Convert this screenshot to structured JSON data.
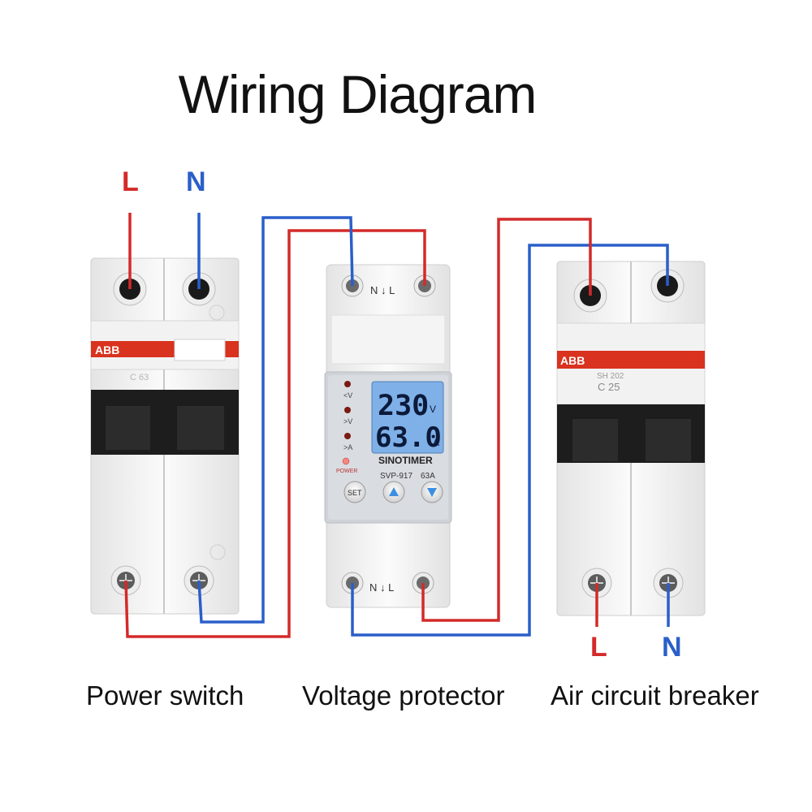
{
  "title": "Wiring Diagram",
  "top_labels": {
    "line": "L",
    "neutral": "N"
  },
  "bottom_labels": {
    "line": "L",
    "neutral": "N"
  },
  "captions": {
    "power_switch": "Power switch",
    "voltage_protector": "Voltage protector",
    "air_circuit_breaker": "Air circuit breaker"
  },
  "power_switch": {
    "brand": "ABB",
    "model": "C 63"
  },
  "air_breaker": {
    "brand": "ABB",
    "series": "SH 202",
    "rating": "C 25"
  },
  "voltage_protector": {
    "terminal_top": "N ↓ L",
    "terminal_bottom": "N ↓ L",
    "indicators": [
      "<V",
      ">V",
      ">A",
      "POWER"
    ],
    "voltage_value": "230",
    "voltage_unit": "V",
    "current_value": "63.0",
    "current_unit": "A",
    "brand": "SINOTIMER",
    "model": "SVP-917",
    "rating": "63A",
    "buttons": {
      "set": "SET"
    }
  },
  "colors": {
    "live_wire": "#d42a2a",
    "neutral_wire": "#2a5fc9",
    "abb_band": "#d9321f",
    "lcd_bg": "#7fb0e8"
  }
}
